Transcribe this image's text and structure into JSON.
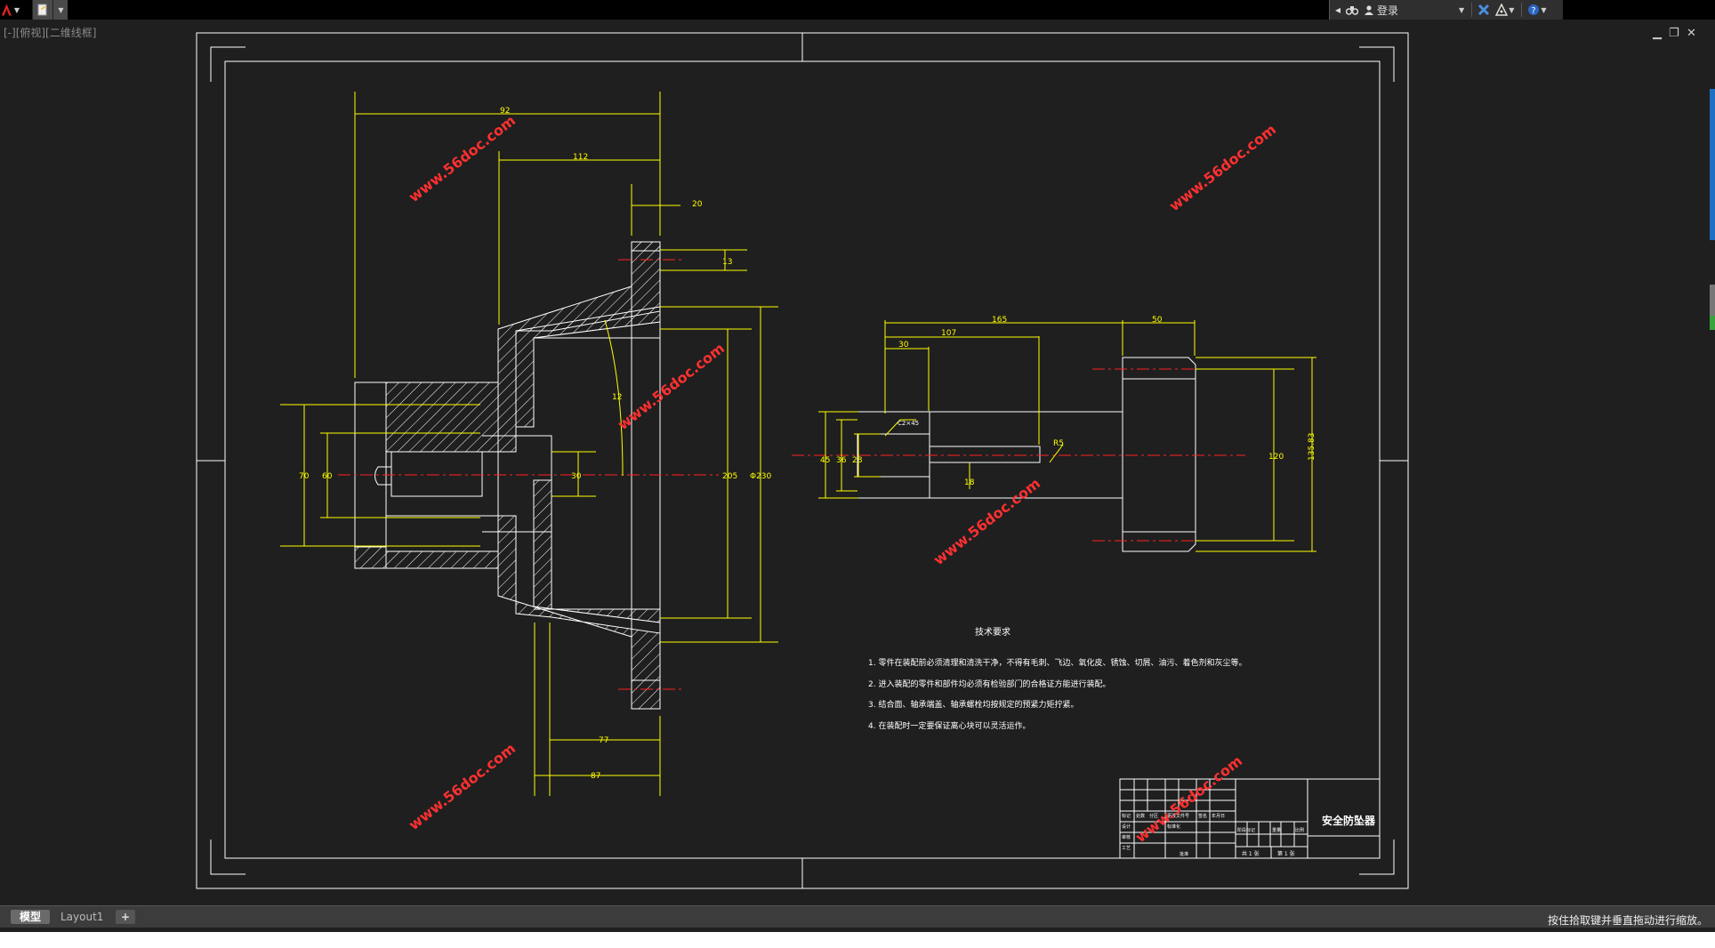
{
  "topbar": {
    "quick_access": [
      "autocad-logo-icon",
      "document-icon"
    ],
    "login_label": "登录",
    "infocenter_icons": [
      "binoculars-icon",
      "user-icon",
      "exchange-icon",
      "community-icon",
      "help-icon"
    ]
  },
  "viewport": {
    "label": "[-][俯视][二维线框]",
    "window_controls": [
      "minimize-icon",
      "restore-icon",
      "close-icon"
    ]
  },
  "drawing": {
    "watermark": "www.56doc.com",
    "tech_title": "技术要求",
    "tech_requirements": [
      "1. 零件在装配前必须清理和清洗干净，不得有毛刺、飞边、氧化皮、锈蚀、切屑、油污、着色剂和灰尘等。",
      "2. 进入装配的零件和部件均必须有检验部门的合格证方能进行装配。",
      "3. 结合面、轴承端盖、轴承螺栓均按规定的预紧力矩拧紧。",
      "4. 在装配时一定要保证离心块可以灵活运作。"
    ],
    "part_title": "安全防坠器",
    "left_view_dims": {
      "d92": "92",
      "d112": "112",
      "d20": "20",
      "d13": "13",
      "d12": "12",
      "d70": "70",
      "d60": "60",
      "d30": "30",
      "d205": "205",
      "d230": "Φ230",
      "d77": "77",
      "d87": "87"
    },
    "right_view_dims": {
      "d165": "165",
      "d50": "50",
      "d107": "107",
      "d30": "30",
      "d45": "45",
      "d36": "36",
      "d28": "28",
      "d18": "18",
      "d120": "120",
      "d135": "135.83",
      "r1": "R5",
      "chamfer": "C2×45"
    },
    "title_block": {
      "cells_left": [
        "标记",
        "处数",
        "分区",
        "更改文件号",
        "签名",
        "年月日",
        "设计",
        "标准化",
        "审核",
        "工艺",
        "批准"
      ],
      "cells_mid": [
        "阶段标记",
        "重量",
        "比例"
      ],
      "sheet": "共 1 张",
      "sheet2": "第 1 张"
    }
  },
  "tabs": [
    "模型",
    "Layout1",
    "+"
  ],
  "status": {
    "text": "按住拾取键并垂直拖动进行缩放。"
  },
  "colors": {
    "background": "#1f1f1f",
    "outline": "#ffffff",
    "dimension": "#ffff00",
    "centerline": "#ff2020",
    "watermark": "#ff3030"
  }
}
